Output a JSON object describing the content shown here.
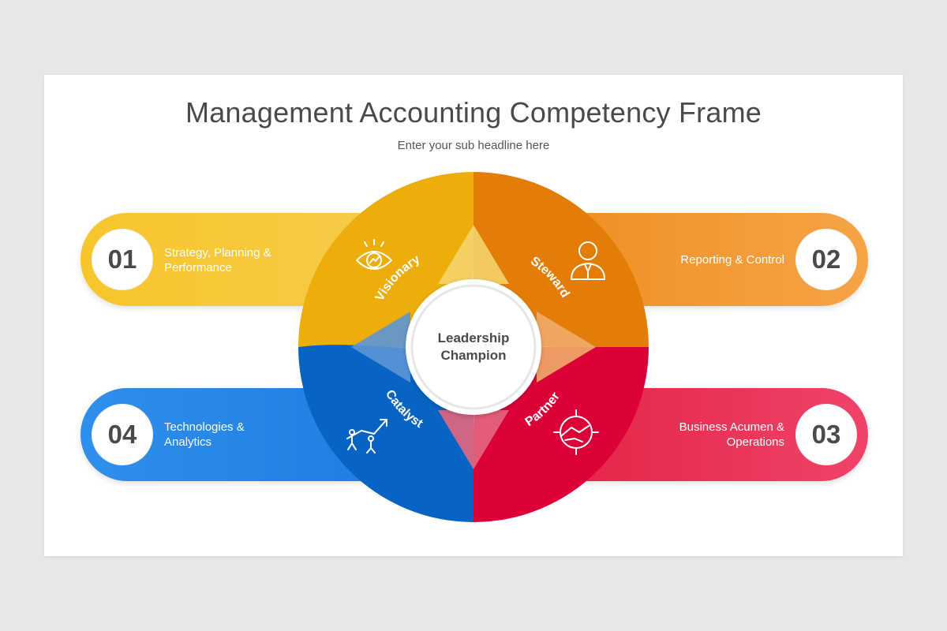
{
  "header": {
    "title": "Management Accounting Competency Frame",
    "subtitle": "Enter your sub headline here"
  },
  "center": {
    "line1": "Leadership",
    "line2": "Champion"
  },
  "segments": [
    {
      "label": "Visionary",
      "icon": "eye-icon",
      "color": "#edae0b"
    },
    {
      "label": "Steward",
      "icon": "person-icon",
      "color": "#e47d08"
    },
    {
      "label": "Partner",
      "icon": "handshake-gear-icon",
      "color": "#dc0237"
    },
    {
      "label": "Catalyst",
      "icon": "climbing-arrow-icon",
      "color": "#0764c4"
    }
  ],
  "pills": [
    {
      "number": "01",
      "text_line1": "Strategy, Planning &",
      "text_line2": "Performance",
      "color": "#f7c52b"
    },
    {
      "number": "02",
      "text_line1": "Reporting & Control",
      "text_line2": "",
      "color": "#f5a446"
    },
    {
      "number": "03",
      "text_line1": "Business Acumen &",
      "text_line2": "Operations",
      "color": "#e22042"
    },
    {
      "number": "04",
      "text_line1": "Technologies &",
      "text_line2": "Analytics",
      "color": "#2f8fec"
    }
  ]
}
